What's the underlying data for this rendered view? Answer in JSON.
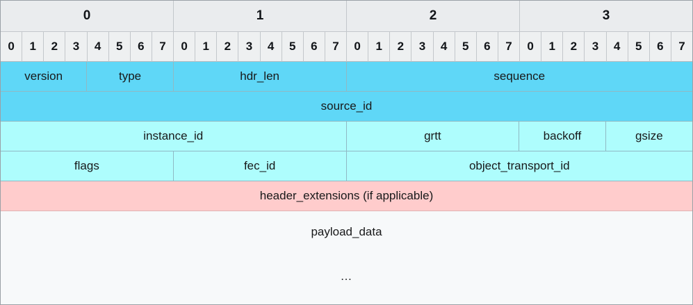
{
  "diagram": {
    "title": "packet-header-layout",
    "colors": {
      "tone_dark": "#5fd7f7",
      "tone_light": "#aefdfd",
      "tone_pink": "#ffcccc",
      "ruler_bg": "#eaecee",
      "payload_bg": "#f7f9fa",
      "border": "#9aa0a6"
    },
    "ruler": {
      "bytes": [
        "0",
        "1",
        "2",
        "3"
      ],
      "bits": [
        "0",
        "1",
        "2",
        "3",
        "4",
        "5",
        "6",
        "7",
        "0",
        "1",
        "2",
        "3",
        "4",
        "5",
        "6",
        "7",
        "0",
        "1",
        "2",
        "3",
        "4",
        "5",
        "6",
        "7",
        "0",
        "1",
        "2",
        "3",
        "4",
        "5",
        "6",
        "7"
      ]
    },
    "rows": [
      {
        "cells": [
          {
            "label": "version",
            "bits": 4,
            "tone": "dark"
          },
          {
            "label": "type",
            "bits": 4,
            "tone": "dark"
          },
          {
            "label": "hdr_len",
            "bits": 8,
            "tone": "dark"
          },
          {
            "label": "sequence",
            "bits": 16,
            "tone": "dark"
          }
        ]
      },
      {
        "cells": [
          {
            "label": "source_id",
            "bits": 32,
            "tone": "dark"
          }
        ]
      },
      {
        "cells": [
          {
            "label": "instance_id",
            "bits": 16,
            "tone": "light"
          },
          {
            "label": "grtt",
            "bits": 8,
            "tone": "light"
          },
          {
            "label": "backoff",
            "bits": 4,
            "tone": "light"
          },
          {
            "label": "gsize",
            "bits": 4,
            "tone": "light"
          }
        ]
      },
      {
        "cells": [
          {
            "label": "flags",
            "bits": 8,
            "tone": "light"
          },
          {
            "label": "fec_id",
            "bits": 8,
            "tone": "light"
          },
          {
            "label": "object_transport_id",
            "bits": 16,
            "tone": "light"
          }
        ]
      },
      {
        "cells": [
          {
            "label": "header_extensions (if applicable)",
            "bits": 32,
            "tone": "pink"
          }
        ]
      }
    ],
    "payload": {
      "label": "payload_data",
      "continuation": "…"
    }
  }
}
